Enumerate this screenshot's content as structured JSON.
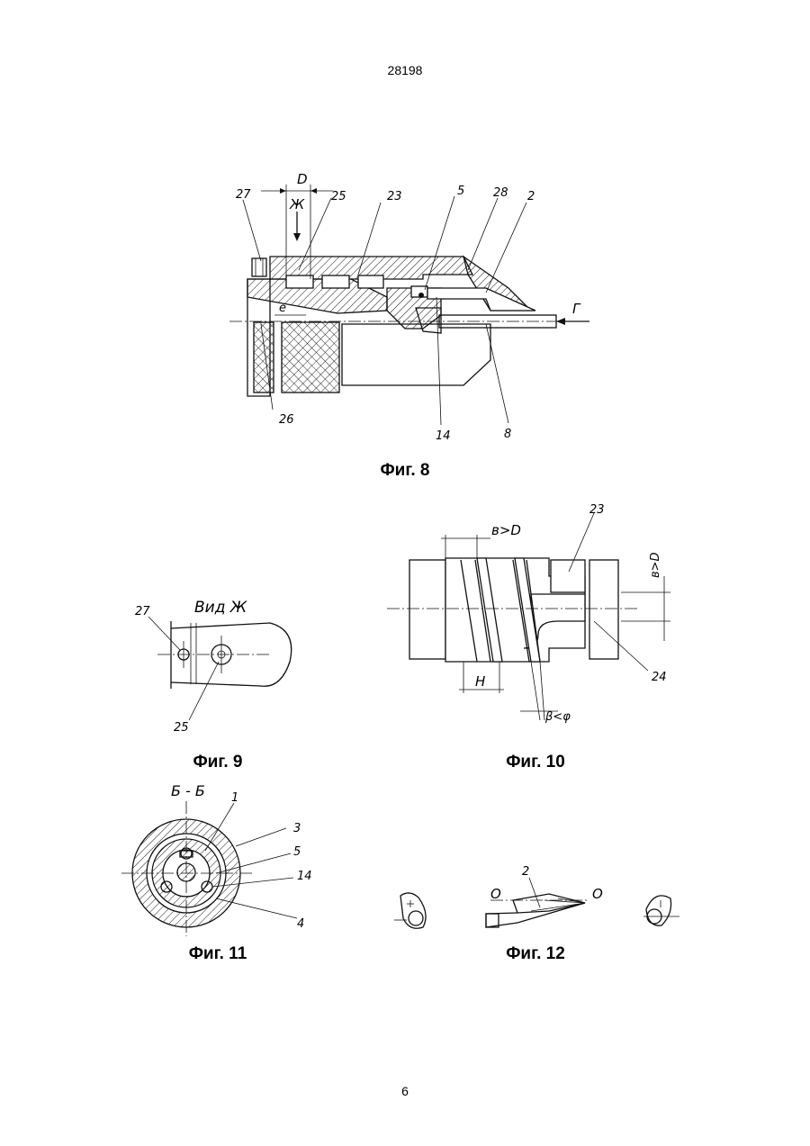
{
  "header": {
    "doc_number": "28198",
    "page_number": "6"
  },
  "figures": {
    "fig8": {
      "caption": "Фиг. 8",
      "labels": {
        "l27": "27",
        "l25": "25",
        "l23": "23",
        "l5": "5",
        "l28": "28",
        "l2": "2",
        "lD": "D",
        "lZh": "Ж",
        "le": "е",
        "lG": "Г",
        "l26": "26",
        "l14": "14",
        "l8": "8"
      }
    },
    "fig9": {
      "caption": "Фиг. 9",
      "labels": {
        "view": "Вид Ж",
        "l27": "27",
        "l25": "25"
      }
    },
    "fig10": {
      "caption": "Фиг. 10",
      "labels": {
        "bD_top": "в>D",
        "bD_side": "в>D",
        "l23": "23",
        "l24": "24",
        "H": "H",
        "beta": "β<φ"
      }
    },
    "fig11": {
      "caption": "Фиг. 11",
      "labels": {
        "section": "Б - Б",
        "l1": "1",
        "l3": "3",
        "l5": "5",
        "l14": "14",
        "l4": "4"
      }
    },
    "fig12": {
      "caption": "Фиг. 12",
      "labels": {
        "l2": "2",
        "O_left": "О",
        "O_right": "О"
      }
    }
  }
}
